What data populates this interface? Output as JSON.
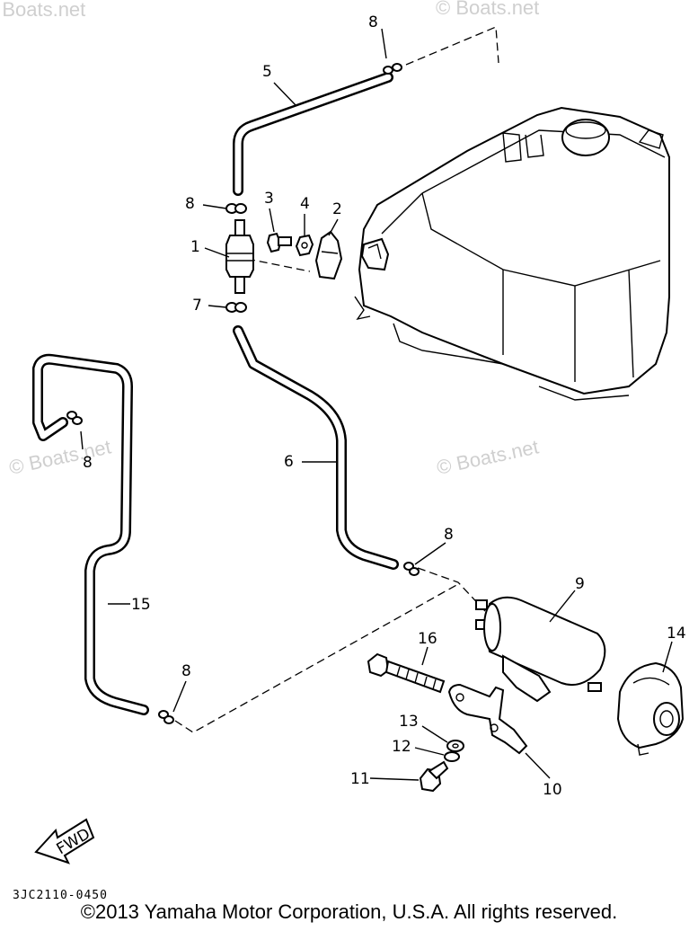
{
  "watermarks": [
    "© Boats.net",
    "© Boats.net",
    "© Boats.net",
    "© Boats.net"
  ],
  "callouts": {
    "c1": "1",
    "c2": "2",
    "c3": "3",
    "c4": "4",
    "c5": "5",
    "c6": "6",
    "c7": "7",
    "c8a": "8",
    "c8b": "8",
    "c8c": "8",
    "c8d": "8",
    "c8e": "8",
    "c9": "9",
    "c10": "10",
    "c11": "11",
    "c12": "12",
    "c13": "13",
    "c14": "14",
    "c15": "15",
    "c16": "16"
  },
  "fwd_label": "FWD",
  "diagram_code": "3JC2110-0450",
  "copyright": "©2013 Yamaha Motor Corporation, U.S.A. All rights reserved."
}
